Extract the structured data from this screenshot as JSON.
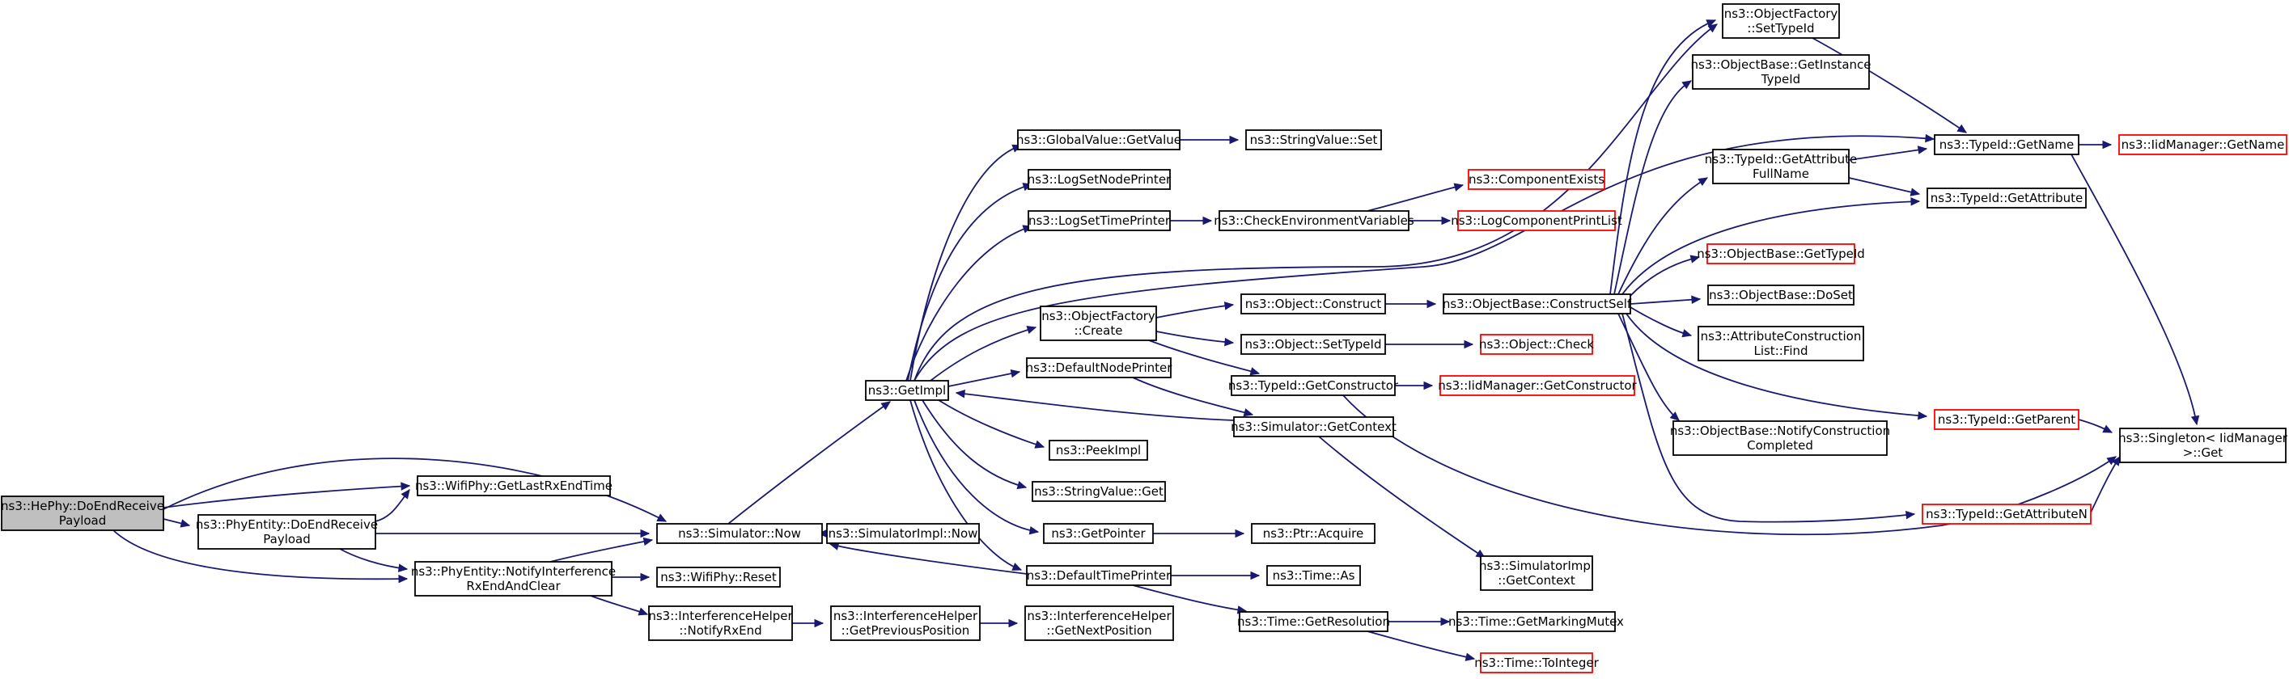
{
  "colors": {
    "edge": "#191970",
    "node_border": "#000000",
    "node_border_undocumented": "#ff0000",
    "root_fill": "#bfbfbf",
    "node_fill": "#ffffff"
  },
  "nodes": [
    {
      "id": "root",
      "lines": [
        "ns3::HePhy::DoEndReceive",
        "Payload"
      ],
      "kind": "root"
    },
    {
      "id": "wifiGetLastRx",
      "lines": [
        "ns3::WifiPhy::GetLastRxEndTime"
      ],
      "kind": "normal"
    },
    {
      "id": "phyEntDoEnd",
      "lines": [
        "ns3::PhyEntity::DoEndReceive",
        "Payload"
      ],
      "kind": "normal"
    },
    {
      "id": "simNow",
      "lines": [
        "ns3::Simulator::Now"
      ],
      "kind": "normal"
    },
    {
      "id": "phyEntNotify",
      "lines": [
        "ns3::PhyEntity::NotifyInterference",
        "RxEndAndClear"
      ],
      "kind": "normal"
    },
    {
      "id": "wifiReset",
      "lines": [
        "ns3::WifiPhy::Reset"
      ],
      "kind": "normal"
    },
    {
      "id": "ihNotifyRx",
      "lines": [
        "ns3::InterferenceHelper",
        "::NotifyRxEnd"
      ],
      "kind": "normal"
    },
    {
      "id": "simImplNow",
      "lines": [
        "ns3::SimulatorImpl::Now"
      ],
      "kind": "normal"
    },
    {
      "id": "ihGetPrev",
      "lines": [
        "ns3::InterferenceHelper",
        "::GetPreviousPosition"
      ],
      "kind": "normal"
    },
    {
      "id": "ihGetNext",
      "lines": [
        "ns3::InterferenceHelper",
        "::GetNextPosition"
      ],
      "kind": "normal"
    },
    {
      "id": "getImpl",
      "lines": [
        "ns3::GetImpl"
      ],
      "kind": "normal"
    },
    {
      "id": "gvGetValue",
      "lines": [
        "ns3::GlobalValue::GetValue"
      ],
      "kind": "normal"
    },
    {
      "id": "logNode",
      "lines": [
        "ns3::LogSetNodePrinter"
      ],
      "kind": "normal"
    },
    {
      "id": "logTime",
      "lines": [
        "ns3::LogSetTimePrinter"
      ],
      "kind": "normal"
    },
    {
      "id": "ofCreate",
      "lines": [
        "ns3::ObjectFactory",
        "::Create"
      ],
      "kind": "normal"
    },
    {
      "id": "defNode",
      "lines": [
        "ns3::DefaultNodePrinter"
      ],
      "kind": "normal"
    },
    {
      "id": "peekImpl",
      "lines": [
        "ns3::PeekImpl"
      ],
      "kind": "normal"
    },
    {
      "id": "svGet",
      "lines": [
        "ns3::StringValue::Get"
      ],
      "kind": "normal"
    },
    {
      "id": "getPointer",
      "lines": [
        "ns3::GetPointer"
      ],
      "kind": "normal"
    },
    {
      "id": "defTime",
      "lines": [
        "ns3::DefaultTimePrinter"
      ],
      "kind": "normal"
    },
    {
      "id": "svSet",
      "lines": [
        "ns3::StringValue::Set"
      ],
      "kind": "normal"
    },
    {
      "id": "checkEnv",
      "lines": [
        "ns3::CheckEnvironmentVariables"
      ],
      "kind": "normal"
    },
    {
      "id": "objConstruct",
      "lines": [
        "ns3::Object::Construct"
      ],
      "kind": "normal"
    },
    {
      "id": "objSetTypeId",
      "lines": [
        "ns3::Object::SetTypeId"
      ],
      "kind": "normal"
    },
    {
      "id": "tidGetCtor",
      "lines": [
        "ns3::TypeId::GetConstructor"
      ],
      "kind": "normal"
    },
    {
      "id": "simGetCtx",
      "lines": [
        "ns3::Simulator::GetContext"
      ],
      "kind": "normal"
    },
    {
      "id": "ptrAcquire",
      "lines": [
        "ns3::Ptr::Acquire"
      ],
      "kind": "normal"
    },
    {
      "id": "timeAs",
      "lines": [
        "ns3::Time::As"
      ],
      "kind": "normal"
    },
    {
      "id": "timeGetRes",
      "lines": [
        "ns3::Time::GetResolution"
      ],
      "kind": "normal"
    },
    {
      "id": "compExists",
      "lines": [
        "ns3::ComponentExists"
      ],
      "kind": "undoc"
    },
    {
      "id": "logCompPrint",
      "lines": [
        "ns3::LogComponentPrintList"
      ],
      "kind": "undoc"
    },
    {
      "id": "obConstructSelf",
      "lines": [
        "ns3::ObjectBase::ConstructSelf"
      ],
      "kind": "normal"
    },
    {
      "id": "objCheck",
      "lines": [
        "ns3::Object::Check"
      ],
      "kind": "undoc"
    },
    {
      "id": "iidGetCtor",
      "lines": [
        "ns3::IidManager::GetConstructor"
      ],
      "kind": "undoc"
    },
    {
      "id": "simImplGetCtx",
      "lines": [
        "ns3::SimulatorImpl",
        "::GetContext"
      ],
      "kind": "normal"
    },
    {
      "id": "timeGetMarking",
      "lines": [
        "ns3::Time::GetMarkingMutex"
      ],
      "kind": "normal"
    },
    {
      "id": "timeToInteger",
      "lines": [
        "ns3::Time::ToInteger"
      ],
      "kind": "undoc"
    },
    {
      "id": "ofSetTypeId",
      "lines": [
        "ns3::ObjectFactory",
        "::SetTypeId"
      ],
      "kind": "normal"
    },
    {
      "id": "obGetInstance",
      "lines": [
        "ns3::ObjectBase::GetInstance",
        "TypeId"
      ],
      "kind": "normal"
    },
    {
      "id": "tidGetAttrFull",
      "lines": [
        "ns3::TypeId::GetAttribute",
        "FullName"
      ],
      "kind": "normal"
    },
    {
      "id": "obGetTypeId",
      "lines": [
        "ns3::ObjectBase::GetTypeId"
      ],
      "kind": "undoc"
    },
    {
      "id": "obDoSet",
      "lines": [
        "ns3::ObjectBase::DoSet"
      ],
      "kind": "normal"
    },
    {
      "id": "acListFind",
      "lines": [
        "ns3::AttributeConstruction",
        "List::Find"
      ],
      "kind": "normal"
    },
    {
      "id": "obNotifyCC",
      "lines": [
        "ns3::ObjectBase::NotifyConstruction",
        "Completed"
      ],
      "kind": "normal"
    },
    {
      "id": "tidGetName",
      "lines": [
        "ns3::TypeId::GetName"
      ],
      "kind": "normal"
    },
    {
      "id": "tidGetAttr",
      "lines": [
        "ns3::TypeId::GetAttribute"
      ],
      "kind": "normal"
    },
    {
      "id": "tidGetParent",
      "lines": [
        "ns3::TypeId::GetParent"
      ],
      "kind": "undoc"
    },
    {
      "id": "tidGetAttrN",
      "lines": [
        "ns3::TypeId::GetAttributeN"
      ],
      "kind": "undoc"
    },
    {
      "id": "iidGetName",
      "lines": [
        "ns3::IidManager::GetName"
      ],
      "kind": "undoc"
    },
    {
      "id": "singletonGet",
      "lines": [
        "ns3::Singleton< IidManager",
        ">::Get"
      ],
      "kind": "normal"
    }
  ]
}
